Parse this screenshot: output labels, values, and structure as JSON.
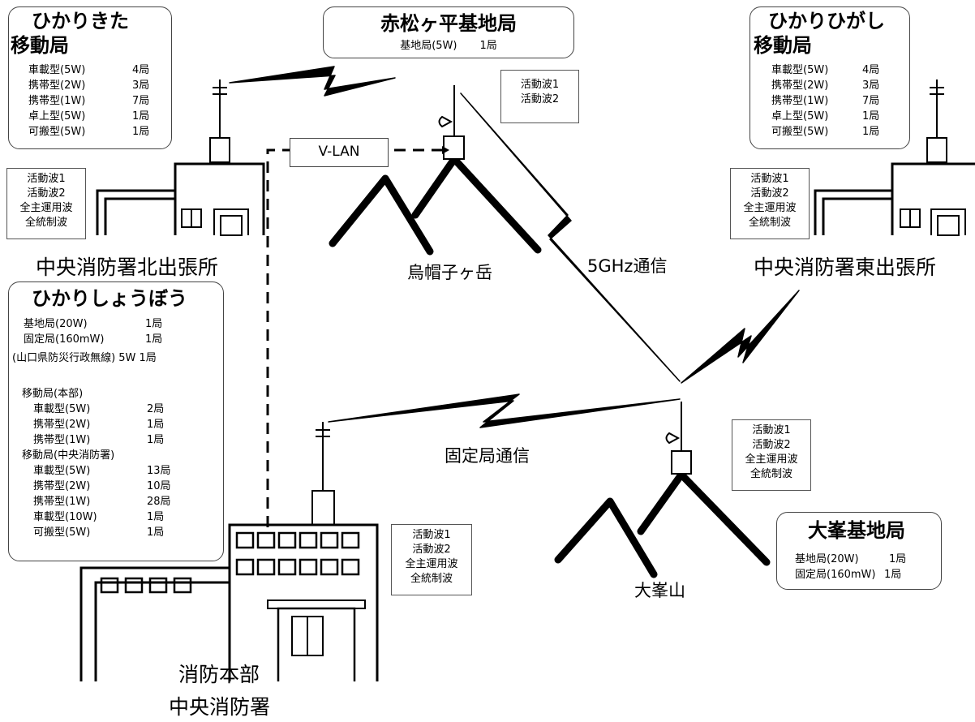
{
  "north_station": {
    "title_line1": "ひかりきた",
    "title_line2": "移動局",
    "items": [
      {
        "k": "車載型(5W)",
        "v": "4局"
      },
      {
        "k": "携帯型(2W)",
        "v": "3局"
      },
      {
        "k": "携帯型(1W)",
        "v": "7局"
      },
      {
        "k": "卓上型(5W)",
        "v": "1局"
      },
      {
        "k": "可搬型(5W)",
        "v": "1局"
      }
    ],
    "waves": [
      "活動波1",
      "活動波2",
      "全主運用波",
      "全統制波"
    ],
    "label": "中央消防署北出張所"
  },
  "akamatsu": {
    "title": "赤松ヶ平基地局",
    "item": "基地局(5W)",
    "count": "1局",
    "waves": [
      "活動波1",
      "活動波2"
    ]
  },
  "east_station": {
    "title_line1": "ひかりひがし",
    "title_line2": "移動局",
    "items": [
      {
        "k": "車載型(5W)",
        "v": "4局"
      },
      {
        "k": "携帯型(2W)",
        "v": "3局"
      },
      {
        "k": "携帯型(1W)",
        "v": "7局"
      },
      {
        "k": "卓上型(5W)",
        "v": "1局"
      },
      {
        "k": "可搬型(5W)",
        "v": "1局"
      }
    ],
    "waves": [
      "活動波1",
      "活動波2",
      "全主運用波",
      "全統制波"
    ],
    "label": "中央消防署東出張所"
  },
  "vlan": "V-LAN",
  "mountain1": "烏帽子ヶ岳",
  "link_5ghz": "5GHz通信",
  "link_fixed": "固定局通信",
  "hikari": {
    "title": "ひかりしょうぼう",
    "lines": [
      {
        "k": "基地局(20W)",
        "v": "1局"
      },
      {
        "k": "固定局(160mW)",
        "v": "1局"
      }
    ],
    "pref_line": "(山口県防災行政無線) 5W 1局",
    "honbu_header": "移動局(本部)",
    "honbu": [
      {
        "k": "車載型(5W)",
        "v": "2局"
      },
      {
        "k": "携帯型(2W)",
        "v": "1局"
      },
      {
        "k": "携帯型(1W)",
        "v": "1局"
      }
    ],
    "chuo_header": "移動局(中央消防署)",
    "chuo": [
      {
        "k": "車載型(5W)",
        "v": "13局"
      },
      {
        "k": "携帯型(2W)",
        "v": "10局"
      },
      {
        "k": "携帯型(1W)",
        "v": "28局"
      },
      {
        "k": "車載型(10W)",
        "v": "1局"
      },
      {
        "k": "可搬型(5W)",
        "v": "1局"
      }
    ]
  },
  "hq": {
    "waves": [
      "活動波1",
      "活動波2",
      "全主運用波",
      "全統制波"
    ],
    "label_line1": "消防本部",
    "label_line2": "中央消防署"
  },
  "omine": {
    "waves": [
      "活動波1",
      "活動波2",
      "全主運用波",
      "全統制波"
    ],
    "mountain": "大峯山",
    "title": "大峯基地局",
    "items": [
      {
        "k": "基地局(20W)",
        "v": "1局"
      },
      {
        "k": "固定局(160mW)",
        "v": "1局"
      }
    ]
  }
}
